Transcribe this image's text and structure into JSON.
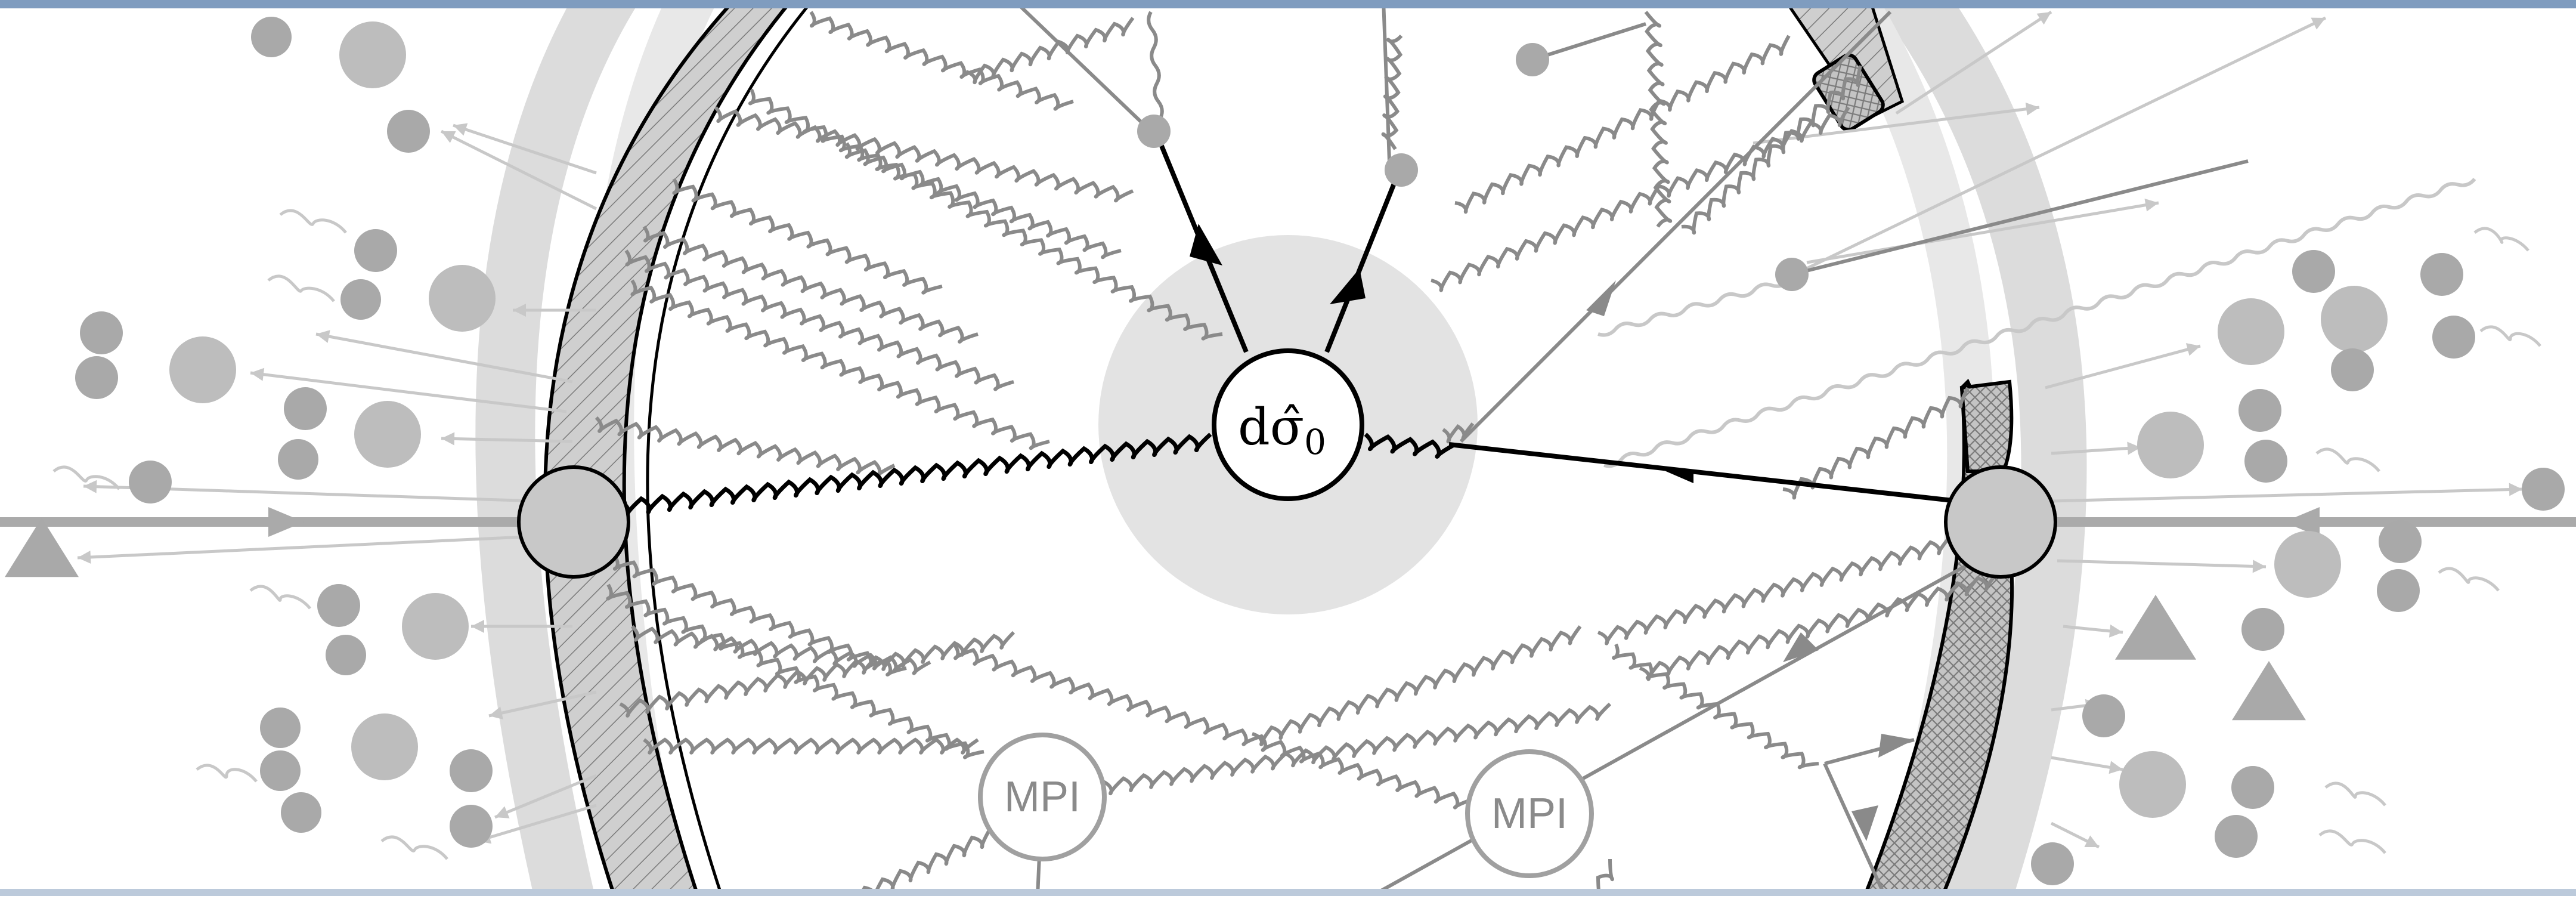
{
  "hard_process": {
    "label": "dσ̂",
    "subscript": "0"
  },
  "mpi": [
    {
      "label": "MPI"
    },
    {
      "label": "MPI"
    }
  ],
  "colors": {
    "ink": "#000000",
    "shower": "#8a8a8a",
    "hadron": "#bdbdbd",
    "hadron_dark": "#a9a9a9",
    "ring": "#d9d9d9",
    "ring_light": "#e8e8e8",
    "blob": "#e3e3e3",
    "arrow_light": "#c8c8c8",
    "frame_top": "#7f9cbf",
    "frame_bottom": "#bccadb"
  }
}
